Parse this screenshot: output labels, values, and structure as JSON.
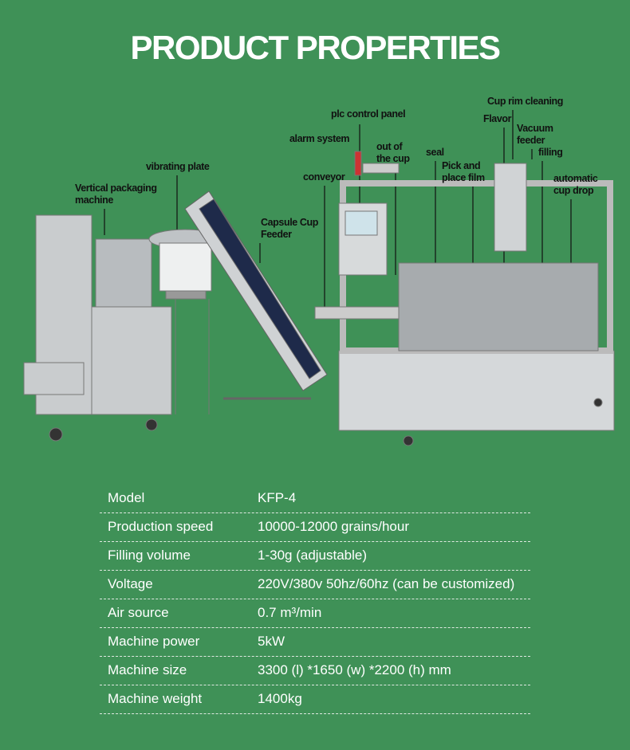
{
  "title": "PRODUCT PROPERTIES",
  "callouts": {
    "cup_rim_cleaning": "Cup rim cleaning",
    "plc_control_panel": "plc control panel",
    "flavor": "Flavor",
    "vacuum_feeder": "Vacuum feeder",
    "alarm_system": "alarm system",
    "out_of_the_cup": "out of the cup",
    "seal": "seal",
    "filling": "filling",
    "pick_and_place_film": "Pick and place film",
    "vibrating_plate": "vibrating plate",
    "conveyor": "conveyor",
    "automatic_cup_drop": "automatic cup drop",
    "vertical_packaging_machine": "Vertical packaging machine",
    "capsule_cup_feeder": "Capsule Cup Feeder"
  },
  "specs": [
    {
      "label": "Model",
      "value": "KFP-4"
    },
    {
      "label": "Production speed",
      "value": "10000-12000 grains/hour"
    },
    {
      "label": "Filling volume",
      "value": "1-30g (adjustable)"
    },
    {
      "label": "Voltage",
      "value": "220V/380v 50hz/60hz (can be customized)"
    },
    {
      "label": "Air source",
      "value": "0.7 m³/min"
    },
    {
      "label": "Machine power",
      "value": "5kW"
    },
    {
      "label": "Machine size",
      "value": "3300 (l) *1650 (w) *2200 (h) mm"
    },
    {
      "label": "Machine weight",
      "value": "1400kg"
    }
  ]
}
